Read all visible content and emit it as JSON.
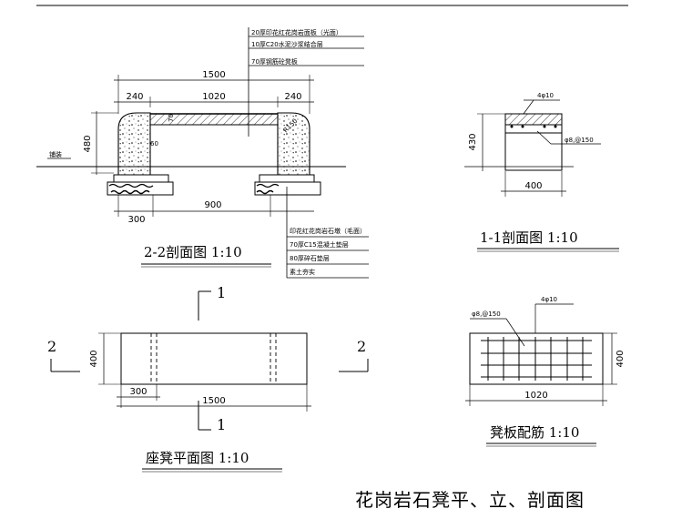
{
  "main_title": "花岗岩石凳平、立、剖面图",
  "views": {
    "section22": {
      "title": "2-2剖面图  1:10",
      "dims": {
        "overall": "1500",
        "left": "240",
        "middle": "1020",
        "right": "240",
        "height": "480",
        "slab": "70",
        "inner": "60",
        "fillet": "R150",
        "leg": "300",
        "span": "900"
      },
      "top_notes": [
        "20厚印花红花岗岩面板（光面）",
        "10厚C20水泥沙浆结合层",
        "70厚钢筋砼凳板"
      ],
      "bottom_notes": [
        "印花红花岗岩石墩（毛面）",
        "70厚C15混凝土垫层",
        "80厚碎石垫层",
        "素土夯实"
      ],
      "ground_label": "铺装"
    },
    "section11": {
      "title": "1-1剖面图   1:10",
      "rebar_top": "4φ10",
      "rebar_side": "φ8,@150",
      "height": "430",
      "width": "400"
    },
    "plan": {
      "title": "座凳平面图  1:10",
      "length": "1500",
      "leg": "300",
      "depth": "400",
      "cut_1": "1",
      "cut_2": "2"
    },
    "rebar": {
      "title": "凳板配筋 1:10",
      "label_stirrup": "φ8,@150",
      "label_main": "4φ10",
      "length": "1020",
      "width": "400"
    }
  }
}
